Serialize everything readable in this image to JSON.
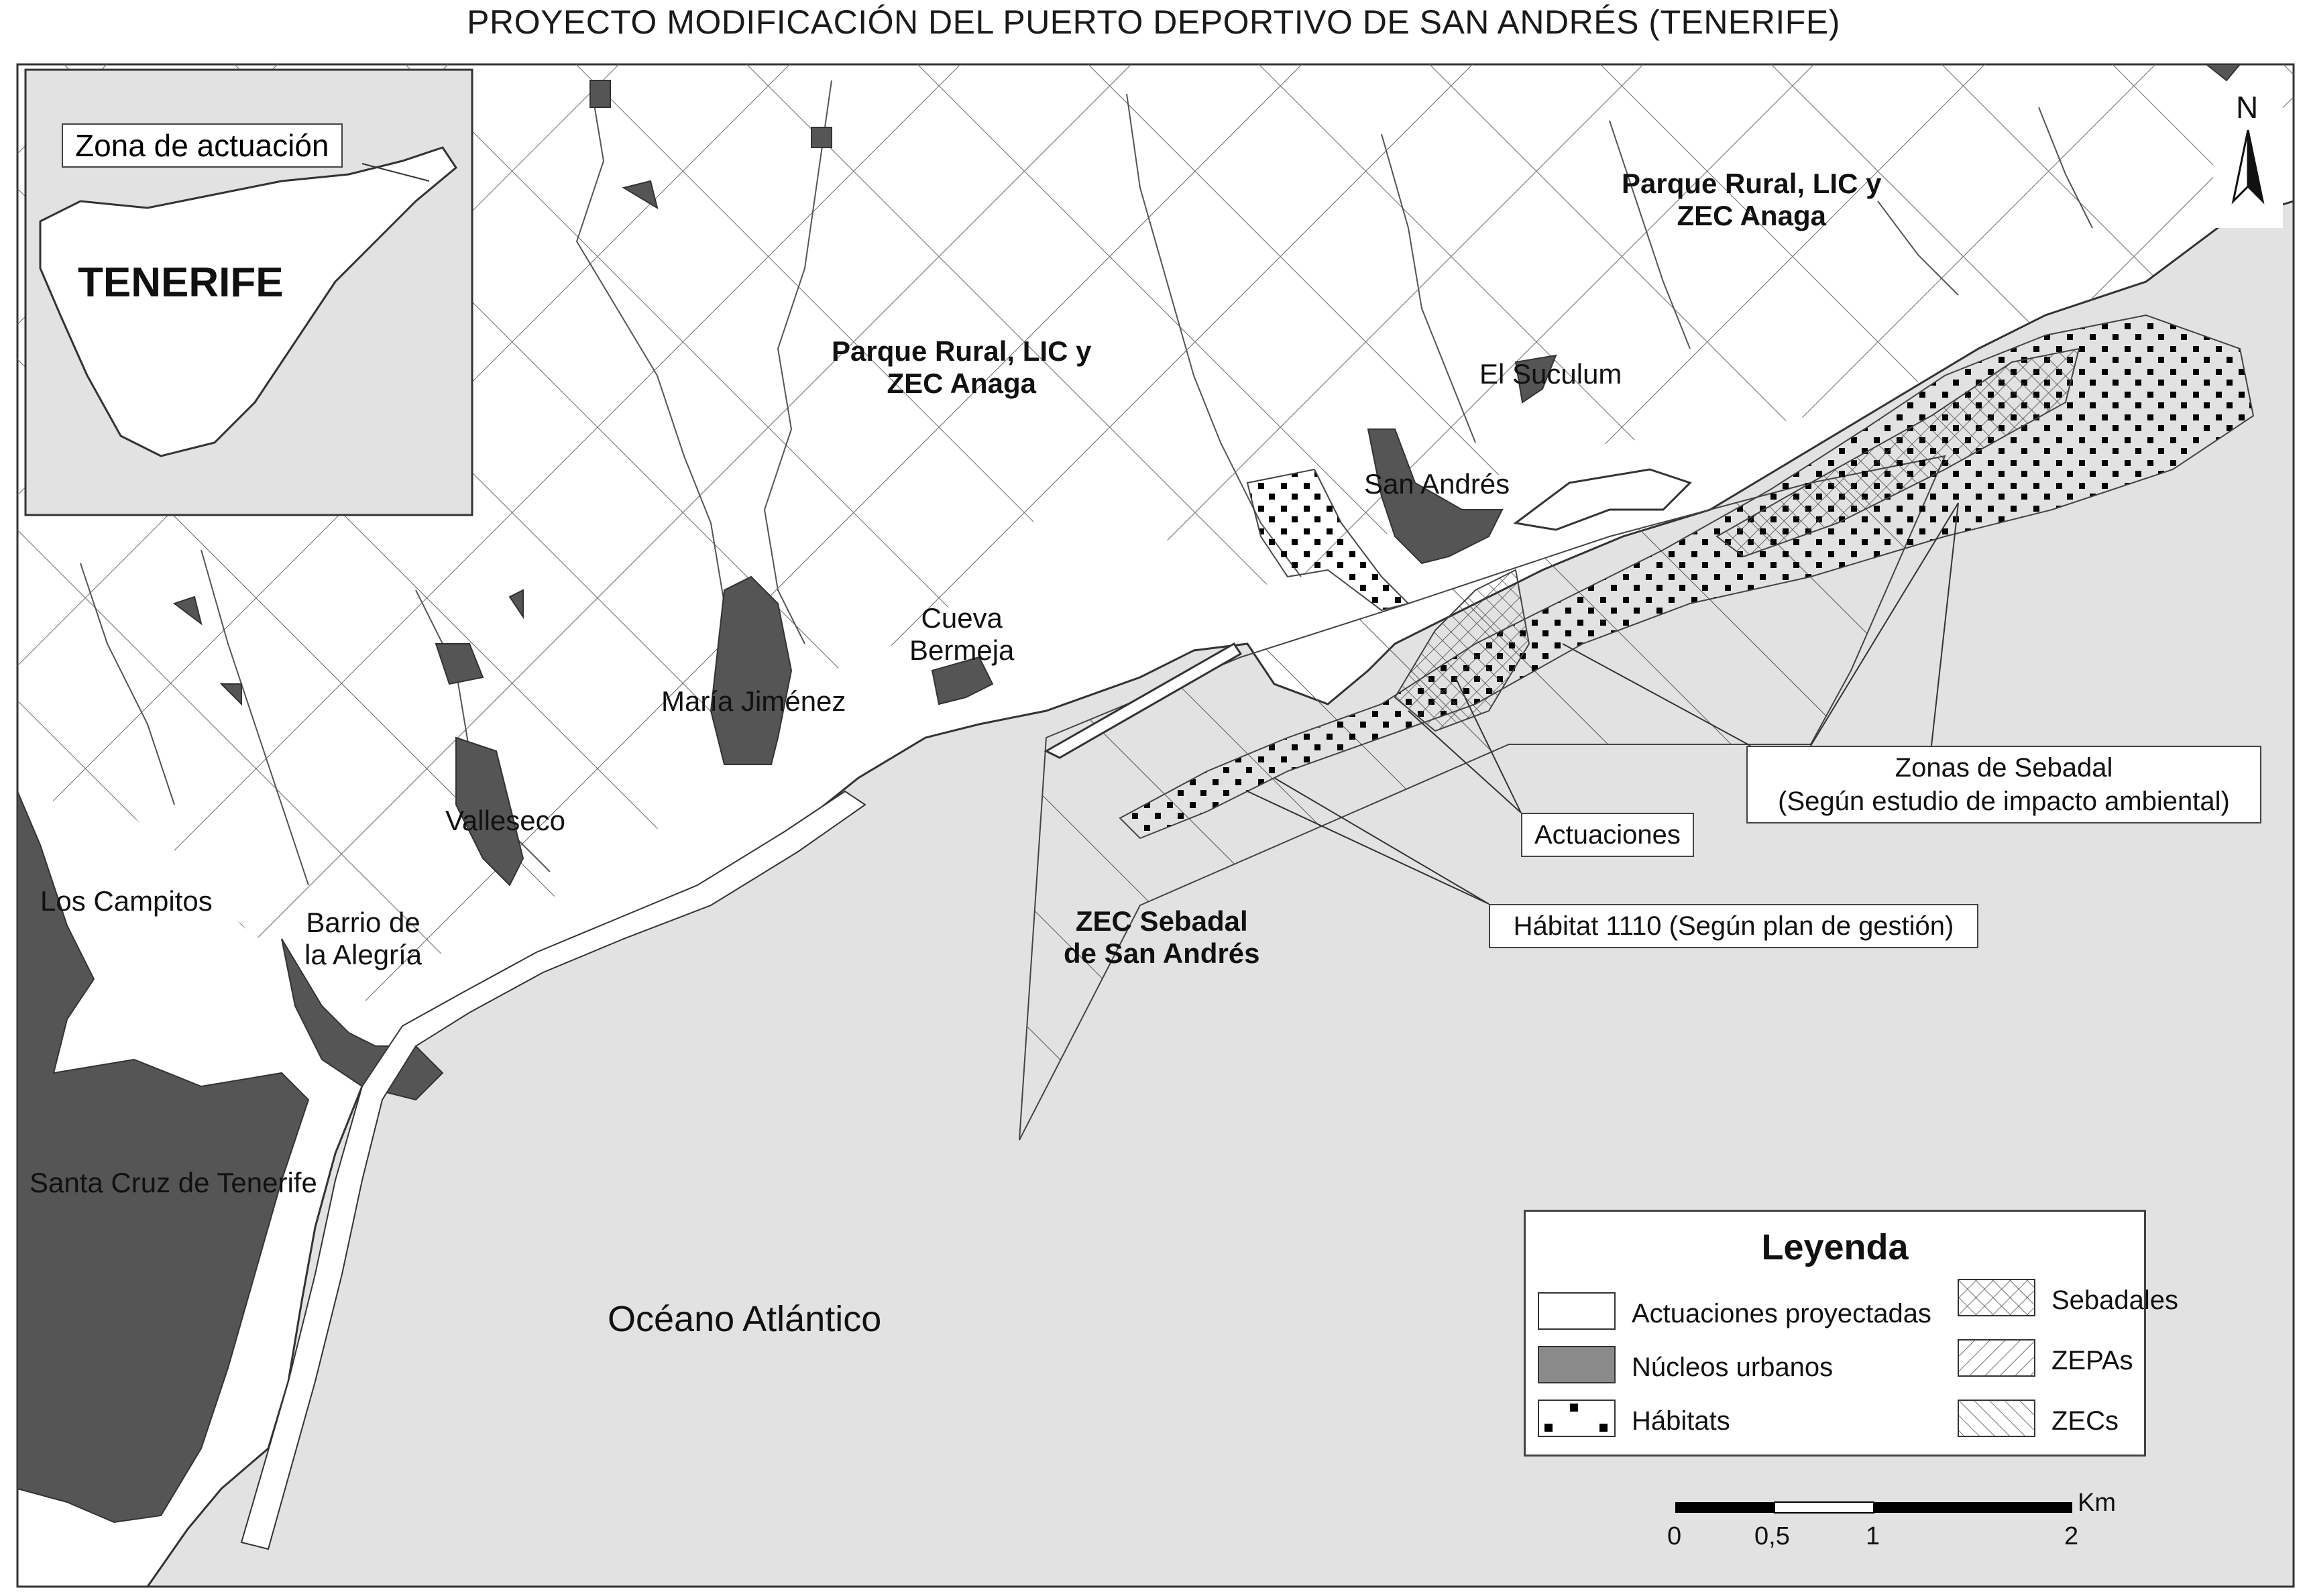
{
  "title": "PROYECTO MODIFICACIÓN DEL PUERTO DEPORTIVO DE SAN ANDRÉS (TENERIFE)",
  "inset": {
    "label": "Zona de actuación",
    "island_name": "TENERIFE"
  },
  "north_arrow": {
    "label": "N"
  },
  "places": {
    "parque_rural_1": "Parque Rural, LIC y ZEC Anaga",
    "parque_rural_1_line1": "Parque Rural, LIC y",
    "parque_rural_1_line2": "ZEC Anaga",
    "parque_rural_2_line1": "Parque Rural, LIC y",
    "parque_rural_2_line2": "ZEC Anaga",
    "el_suculum": "El Suculum",
    "san_andres": "San Andrés",
    "cueva_bermeja_line1": "Cueva",
    "cueva_bermeja_line2": "Bermeja",
    "maria_jimenez": "María Jiménez",
    "valleseco": "Valleseco",
    "los_campitos": "Los Campitos",
    "barrio_alegria_line1": "Barrio de",
    "barrio_alegria_line2": "la Alegría",
    "santa_cruz": "Santa Cruz de Tenerife",
    "oceano": "Océano Atlántico",
    "zec_sebadal_line1": "ZEC Sebadal",
    "zec_sebadal_line2": "de San Andrés"
  },
  "callouts": {
    "sebadal_line1": "Zonas de Sebadal",
    "sebadal_line2": "(Según estudio de impacto ambiental)",
    "actuaciones": "Actuaciones",
    "habitat": "Hábitat 1110 (Según plan de gestión)"
  },
  "legend": {
    "title": "Leyenda",
    "items": [
      {
        "label": "Actuaciones proyectadas",
        "pattern": "white"
      },
      {
        "label": "Núcleos urbanos",
        "pattern": "gray"
      },
      {
        "label": "Hábitats",
        "pattern": "dots"
      },
      {
        "label": "Sebadales",
        "pattern": "crosshatch"
      },
      {
        "label": "ZEPAs",
        "pattern": "diagonal-forward"
      },
      {
        "label": "ZECs",
        "pattern": "diagonal-back"
      }
    ]
  },
  "scale_bar": {
    "unit": "Km",
    "ticks": [
      "0",
      "0,5",
      "1",
      "2"
    ]
  },
  "colors": {
    "sea": "#e2e2e2",
    "land": "#ffffff",
    "urban": "#555555",
    "urban_legend": "#8a8a8a",
    "outline": "#333333"
  }
}
